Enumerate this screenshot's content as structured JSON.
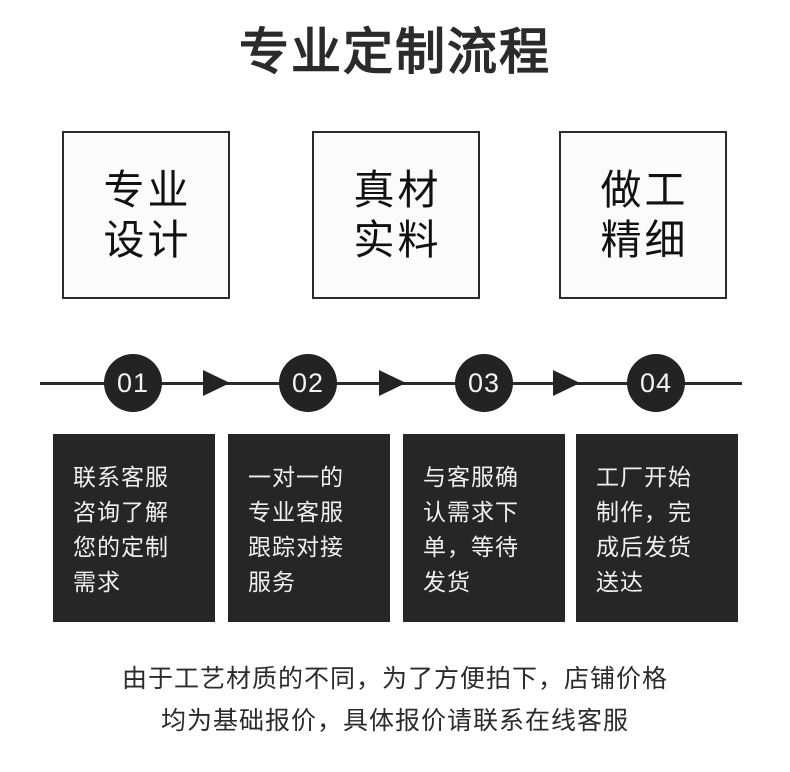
{
  "page": {
    "title": "专业定制流程",
    "background_color": "#ffffff",
    "accent_dark": "#262626",
    "text_dark": "#2b2b2b",
    "text_light": "#f0f0f0"
  },
  "features": [
    {
      "name": "professional-design",
      "lines": [
        "专业",
        "设计"
      ]
    },
    {
      "name": "genuine-materials",
      "lines": [
        "真材",
        "实料"
      ]
    },
    {
      "name": "fine-workmanship",
      "lines": [
        "做工",
        "精细"
      ]
    }
  ],
  "timeline": {
    "steps": [
      {
        "number": "01"
      },
      {
        "number": "02"
      },
      {
        "number": "03"
      },
      {
        "number": "04"
      }
    ],
    "arrow_icon": "arrow-right-icon"
  },
  "steps_detail": [
    {
      "number": "01",
      "lines": [
        "联系客服",
        "咨询了解",
        "您的定制",
        "需求"
      ]
    },
    {
      "number": "02",
      "lines": [
        "一对一的",
        "专业客服",
        "跟踪对接",
        "服务"
      ]
    },
    {
      "number": "03",
      "lines": [
        "与客服确",
        "认需求下",
        "单，等待",
        "发货"
      ]
    },
    {
      "number": "04",
      "lines": [
        "工厂开始",
        "制作，完",
        "成后发货",
        "送达"
      ]
    }
  ],
  "footer": {
    "lines": [
      "由于工艺材质的不同，为了方便拍下，店铺价格",
      "均为基础报价，具体报价请联系在线客服"
    ]
  }
}
